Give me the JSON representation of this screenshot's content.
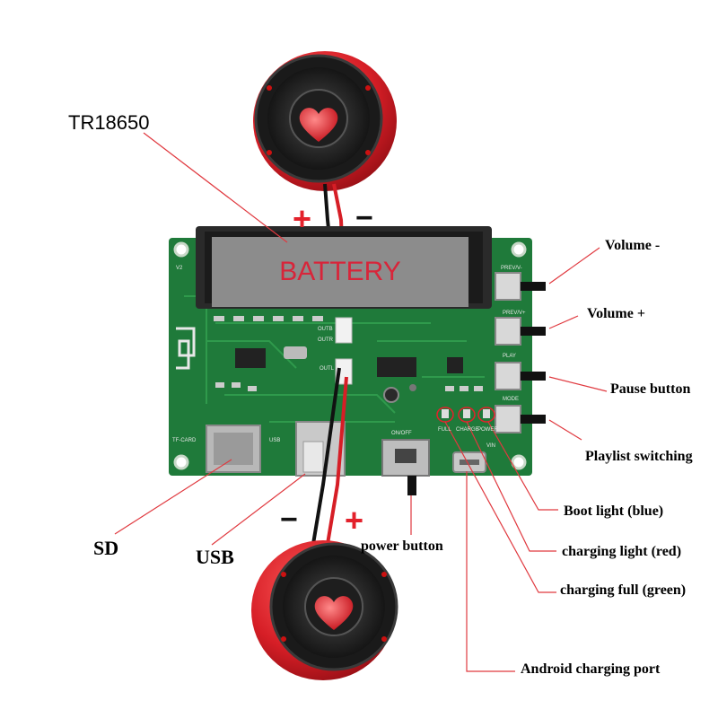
{
  "labels": {
    "tr18650": "TR18650",
    "battery": "BATTERY",
    "sd": "SD",
    "usb": "USB",
    "power_button": "power button",
    "volume_minus": "Volume -",
    "volume_plus": "Volume +",
    "pause_button": "Pause button",
    "playlist_switching": "Playlist switching",
    "boot_light": "Boot light (blue)",
    "charging_light": "charging light (red)",
    "charging_full": "charging full (green)",
    "android_port": "Android charging port"
  },
  "polarity": {
    "plus": "+",
    "minus": "−"
  },
  "board_marks": {
    "prev": "PREV/V-",
    "next": "PREV/V+",
    "play": "PLAY",
    "mode": "MODE",
    "tf_card": "TF-CARD",
    "usb": "USB",
    "on_off": "ON/OFF",
    "vin": "VIN",
    "full": "FULL",
    "charge": "CHARGE",
    "power": "POWER",
    "outr": "OUTR",
    "outl": "OUTL",
    "outb": "OUTB",
    "v2": "V2"
  },
  "colors": {
    "board_green": "#1f7a3a",
    "board_dark": "#176a30",
    "trace": "#2f9a4c",
    "battery_gray": "#8c8c8c",
    "battery_text": "#d8253a",
    "plus_red": "#e3212b",
    "leader_red": "#e0393f",
    "speaker_red": "#d61e26"
  },
  "icons": [
    "heart-icon",
    "wifi-antenna-icon"
  ]
}
